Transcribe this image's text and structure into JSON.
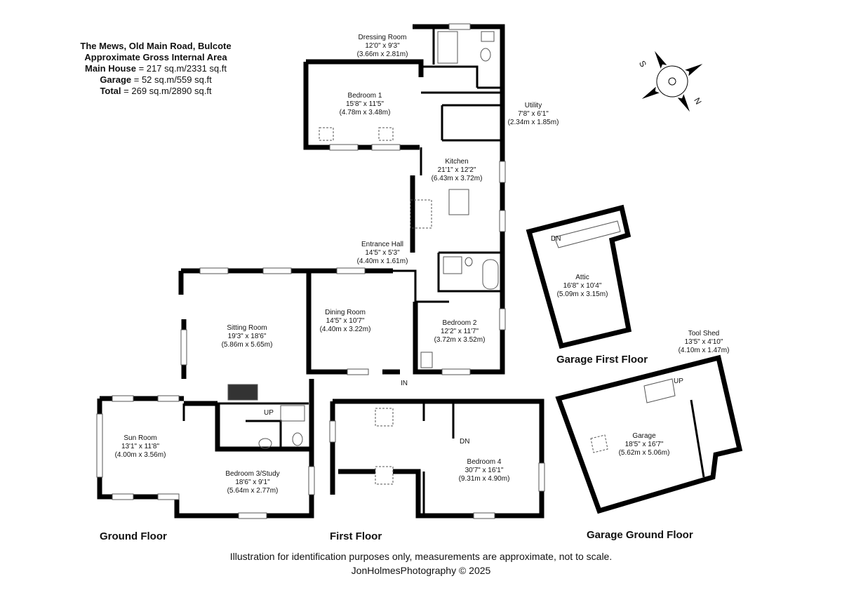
{
  "header": {
    "title": "The Mews, Old Main Road, Bulcote",
    "subtitle": "Approximate Gross Internal Area",
    "main_house_label": "Main House",
    "main_house_value": "= 217 sq.m/2331 sq.ft",
    "garage_label": "Garage",
    "garage_value": "= 52 sq.m/559 sq.ft",
    "total_label": "Total",
    "total_value": "= 269 sq.m/2890 sq.ft"
  },
  "rooms": {
    "dressing": {
      "name": "Dressing Room",
      "imperial": "12'0\" x 9'3\"",
      "metric": "(3.66m x 2.81m)"
    },
    "bedroom1": {
      "name": "Bedroom 1",
      "imperial": "15'8\" x 11'5\"",
      "metric": "(4.78m x 3.48m)"
    },
    "utility": {
      "name": "Utility",
      "imperial": "7'8\" x 6'1\"",
      "metric": "(2.34m x 1.85m)"
    },
    "kitchen": {
      "name": "Kitchen",
      "imperial": "21'1\" x 12'2\"",
      "metric": "(6.43m x 3.72m)"
    },
    "entrance": {
      "name": "Entrance Hall",
      "imperial": "14'5\" x 5'3\"",
      "metric": "(4.40m x 1.61m)"
    },
    "dining": {
      "name": "Dining Room",
      "imperial": "14'5\" x 10'7\"",
      "metric": "(4.40m x 3.22m)"
    },
    "sitting": {
      "name": "Sitting Room",
      "imperial": "19'3\" x 18'6\"",
      "metric": "(5.86m x 5.65m)"
    },
    "bedroom2": {
      "name": "Bedroom 2",
      "imperial": "12'2\" x 11'7\"",
      "metric": "(3.72m x 3.52m)"
    },
    "sunroom": {
      "name": "Sun Room",
      "imperial": "13'1\" x 11'8\"",
      "metric": "(4.00m x 3.56m)"
    },
    "bedroom3": {
      "name": "Bedroom 3/Study",
      "imperial": "18'6\" x 9'1\"",
      "metric": "(5.64m x 2.77m)"
    },
    "bedroom4": {
      "name": "Bedroom 4",
      "imperial": "30'7\" x 16'1\"",
      "metric": "(9.31m x 4.90m)"
    },
    "attic": {
      "name": "Attic",
      "imperial": "16'8\" x 10'4\"",
      "metric": "(5.09m x 3.15m)"
    },
    "toolshed": {
      "name": "Tool Shed",
      "imperial": "13'5\" x 4'10\"",
      "metric": "(4.10m x 1.47m)"
    },
    "garage": {
      "name": "Garage",
      "imperial": "18'5\" x 16'7\"",
      "metric": "(5.62m x 5.06m)"
    }
  },
  "tags": {
    "in": "IN",
    "up": "UP",
    "dn": "DN"
  },
  "floors": {
    "ground": "Ground Floor",
    "first": "First Floor",
    "garage_first": "Garage First Floor",
    "garage_ground": "Garage Ground Floor"
  },
  "compass": {
    "s": "S",
    "n": "N"
  },
  "footer": {
    "disclaimer": "Illustration for identification purposes only, measurements are approximate, not to scale.",
    "credit": "JonHolmesPhotography © 2025"
  }
}
